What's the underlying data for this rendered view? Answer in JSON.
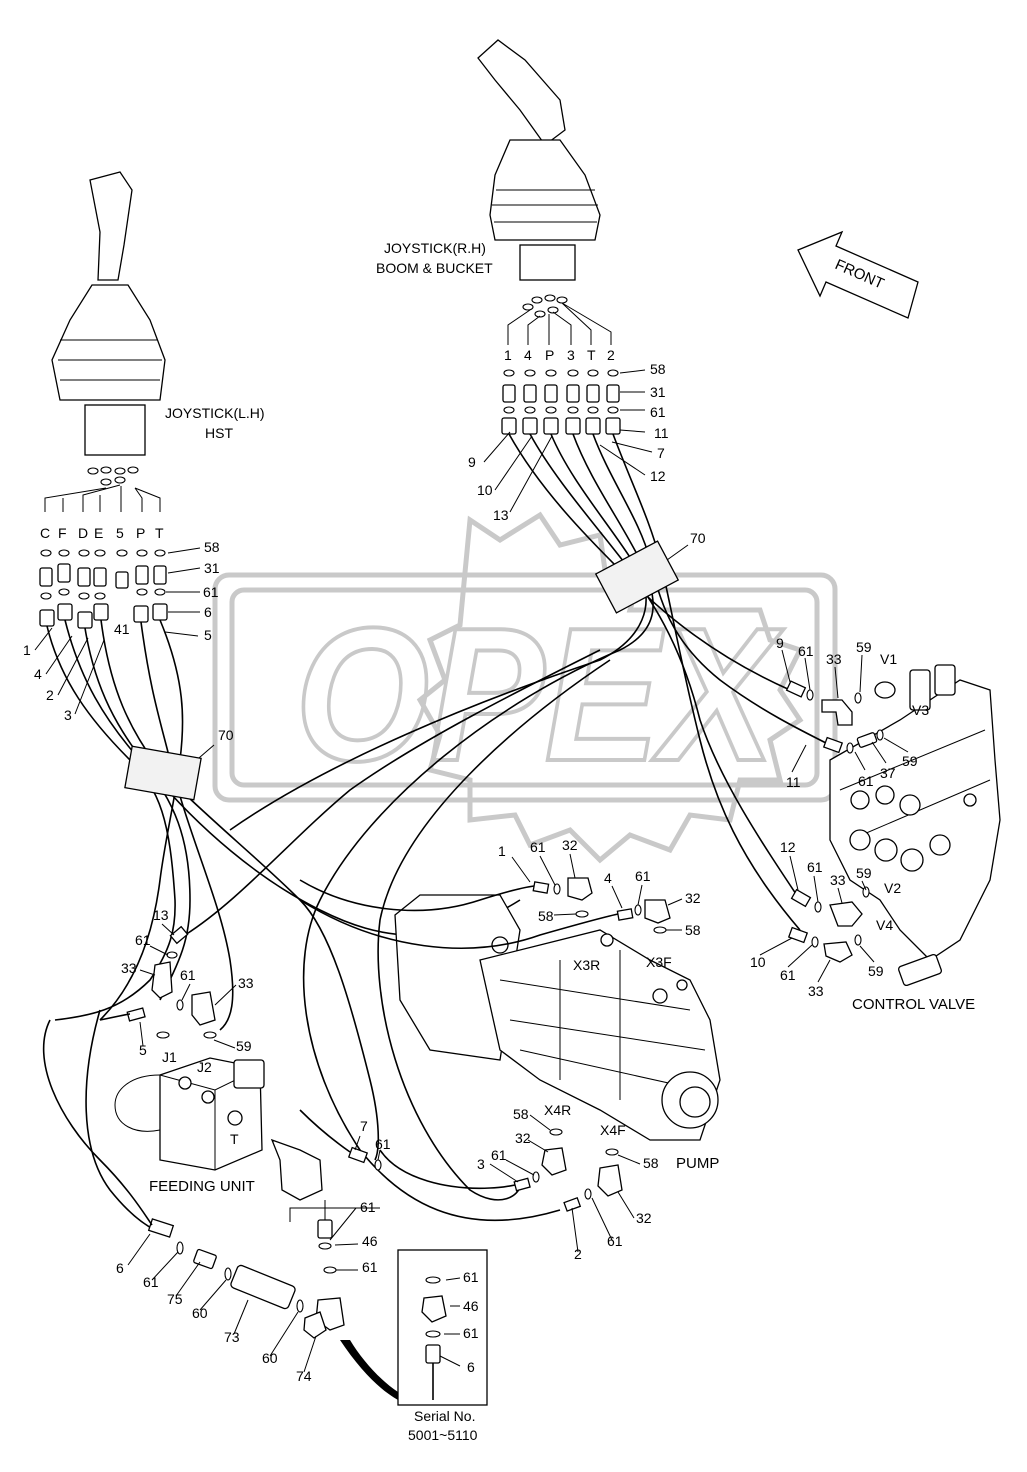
{
  "watermark": {
    "text": "OPEX"
  },
  "assemblies": {
    "joystick_lh": {
      "line1": "JOYSTICK(L.H)",
      "line2": "HST"
    },
    "joystick_rh": {
      "line1": "JOYSTICK(R.H)",
      "line2": "BOOM & BUCKET"
    },
    "front_arrow": "FRONT",
    "control_valve": "CONTROL VALVE",
    "pump": "PUMP",
    "feeding_unit": "FEEDING UNIT"
  },
  "ports": {
    "lh": [
      "C",
      "F",
      "D",
      "E",
      "5",
      "P",
      "T"
    ],
    "rh": [
      "1",
      "4",
      "P",
      "3",
      "T",
      "2"
    ],
    "control_valve": [
      "V1",
      "V3",
      "V2",
      "V4"
    ],
    "pump": [
      "X3R",
      "X3F",
      "X4R",
      "X4F"
    ],
    "feeding": [
      "J1",
      "J2",
      "T"
    ]
  },
  "callouts": {
    "lh_58": "58",
    "lh_31": "31",
    "lh_61": "61",
    "lh_6": "6",
    "lh_5": "5",
    "lh_41": "41",
    "lh_1": "1",
    "lh_4": "4",
    "lh_2": "2",
    "lh_3": "3",
    "lh_70": "70",
    "rh_58": "58",
    "rh_31": "31",
    "rh_61": "61",
    "rh_11": "11",
    "rh_7": "7",
    "rh_12": "12",
    "rh_9": "9",
    "rh_10": "10",
    "rh_13": "13",
    "rh_70": "70",
    "cv_9": "9",
    "cv_61a": "61",
    "cv_33a": "33",
    "cv_59a": "59",
    "cv_61b": "61",
    "cv_37": "37",
    "cv_59b": "59",
    "cv_11": "11",
    "cv_12": "12",
    "cv_61c": "61",
    "cv_33b": "33",
    "cv_59c": "59",
    "cv_10": "10",
    "cv_61d": "61",
    "cv_33c": "33",
    "cv_59d": "59",
    "p_1": "1",
    "p_61a": "61",
    "p_32a": "32",
    "p_58a": "58",
    "p_4": "4",
    "p_61b": "61",
    "p_32b": "32",
    "p_58b": "58",
    "p_58c": "58",
    "p_32c": "32",
    "p_61c": "61",
    "p_3": "3",
    "p_58d": "58",
    "p_32d": "32",
    "p_61d": "61",
    "p_2": "2",
    "f_13": "13",
    "f_61a": "61",
    "f_33a": "33",
    "f_61b": "61",
    "f_33b": "33",
    "f_5": "5",
    "f_59": "59",
    "f_7": "7",
    "f_61c": "61",
    "f_61d": "61",
    "f_46": "46",
    "f_61e": "61",
    "f_6": "6",
    "f_61f": "61",
    "f_75": "75",
    "f_60a": "60",
    "f_73": "73",
    "f_60b": "60",
    "f_74": "74"
  },
  "inset": {
    "labels": [
      "61",
      "46",
      "61",
      "6"
    ],
    "serial_line1": "Serial No.",
    "serial_line2": "5001~5110"
  }
}
